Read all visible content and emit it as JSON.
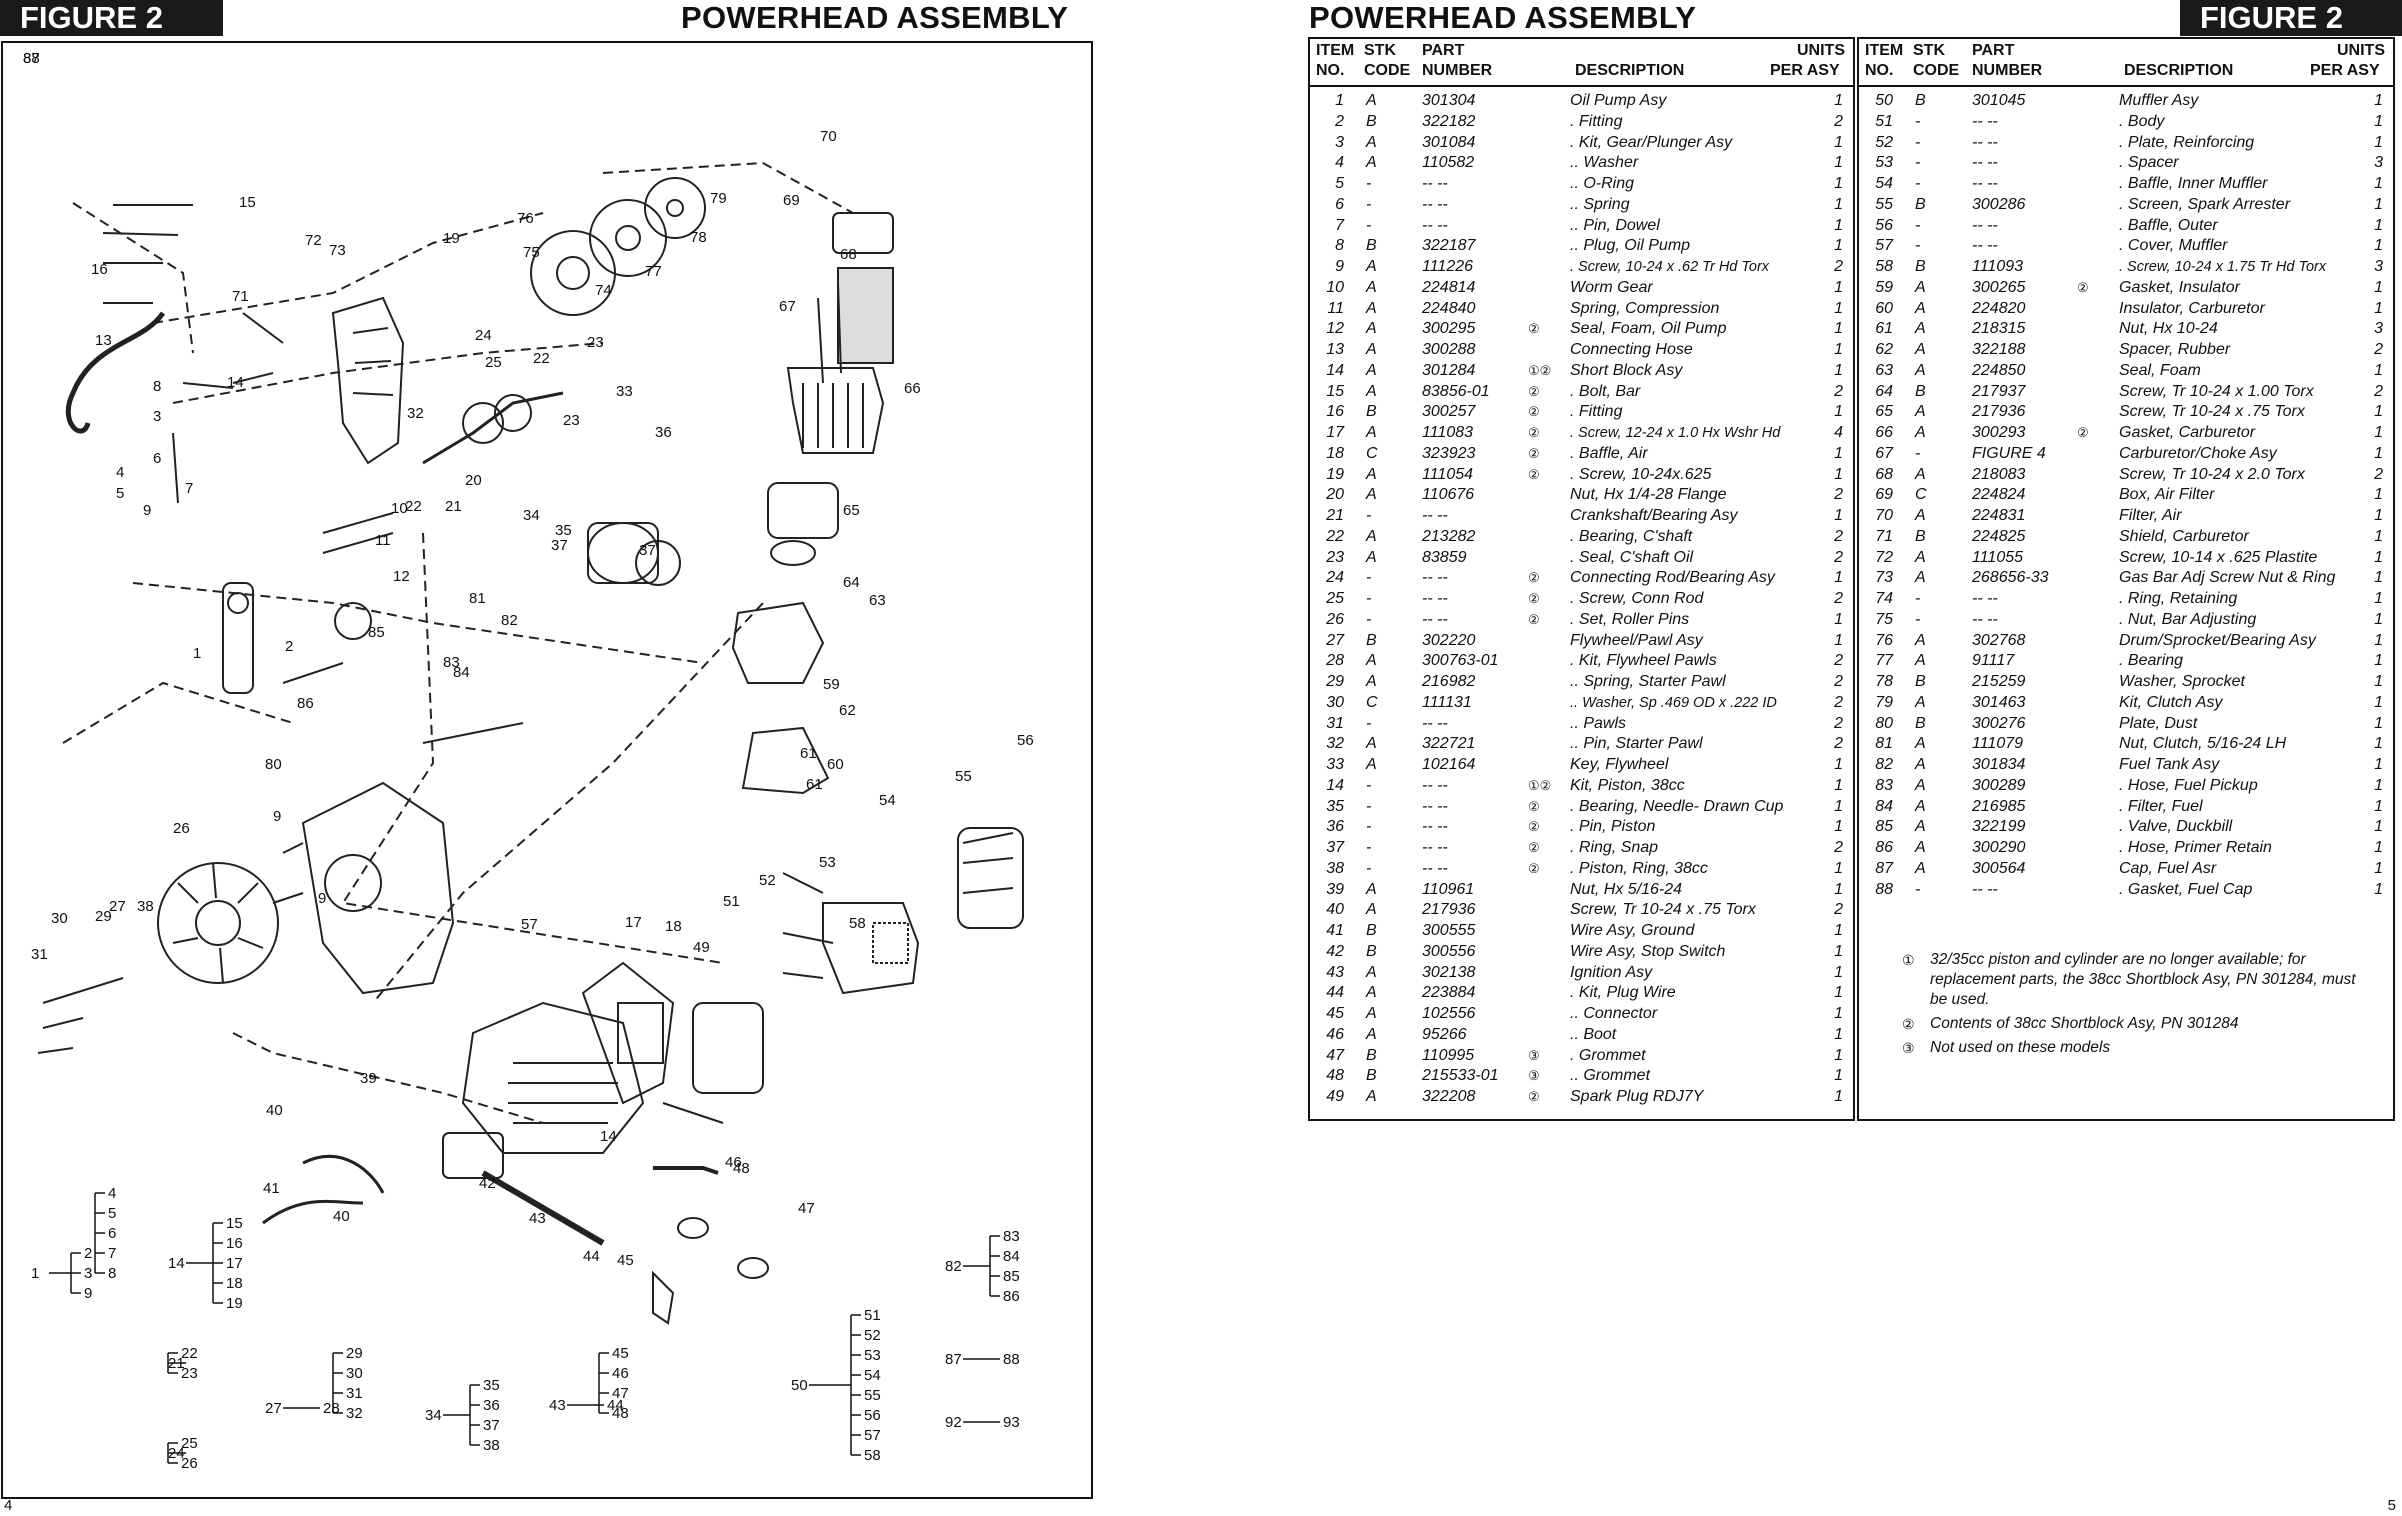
{
  "left_page": {
    "badge": "FIGURE 2",
    "title": "POWERHEAD ASSEMBLY",
    "page_number": "4",
    "diagram": {
      "callouts": [
        "1",
        "2",
        "3",
        "4",
        "5",
        "6",
        "7",
        "8",
        "9",
        "9",
        "9",
        "10",
        "11",
        "12",
        "13",
        "14",
        "14",
        "15",
        "16",
        "17",
        "18",
        "19",
        "20",
        "21",
        "22",
        "22",
        "23",
        "23",
        "24",
        "25",
        "26",
        "27",
        "29",
        "30",
        "31",
        "32",
        "33",
        "34",
        "35",
        "36",
        "37",
        "37",
        "38",
        "39",
        "40",
        "40",
        "41",
        "42",
        "43",
        "44",
        "45",
        "46",
        "47",
        "48",
        "49",
        "51",
        "52",
        "53",
        "54",
        "55",
        "56",
        "57",
        "58",
        "59",
        "60",
        "61",
        "61",
        "62",
        "63",
        "64",
        "65",
        "66",
        "67",
        "68",
        "69",
        "70",
        "71",
        "72",
        "73",
        "74",
        "75",
        "76",
        "77",
        "78",
        "79",
        "80",
        "81",
        "82",
        "83",
        "84",
        "85",
        "86",
        "87",
        "88"
      ],
      "groups": [
        {
          "parent": "1",
          "children": [
            "2",
            "3",
            "9"
          ]
        },
        {
          "parent": "",
          "children": [
            "4",
            "5",
            "6",
            "7",
            "8"
          ]
        },
        {
          "parent": "14",
          "children": [
            "15",
            "16",
            "17",
            "18",
            "19"
          ]
        },
        {
          "parent": "21",
          "children": [
            "22",
            "23"
          ]
        },
        {
          "parent": "24",
          "children": [
            "25",
            "26"
          ]
        },
        {
          "parent": "27",
          "children": [
            "28"
          ]
        },
        {
          "parent": "",
          "children": [
            "29",
            "30",
            "31",
            "32"
          ]
        },
        {
          "parent": "34",
          "children": [
            "35",
            "36",
            "37",
            "38"
          ]
        },
        {
          "parent": "43",
          "children": [
            "44"
          ]
        },
        {
          "parent": "",
          "children": [
            "45",
            "46",
            "47",
            "48"
          ]
        },
        {
          "parent": "50",
          "children": [
            "51",
            "52",
            "53",
            "54",
            "55",
            "56",
            "57",
            "58"
          ]
        },
        {
          "parent": "82",
          "children": [
            "83",
            "84",
            "85",
            "86"
          ]
        },
        {
          "parent": "87",
          "children": [
            "88"
          ]
        },
        {
          "parent": "92",
          "children": [
            "93"
          ]
        }
      ],
      "group_extra": {
        "g0_top": "4",
        "g2_top": "14",
        "g5_top": "27",
        "g8_top": "43",
        "g10_top": "82",
        "g11_top": "87",
        "g12_top": "92"
      }
    }
  },
  "right_page": {
    "title": "POWERHEAD ASSEMBLY",
    "badge": "FIGURE 2",
    "page_number": "5",
    "headers": {
      "item_1": "ITEM",
      "item_2": "NO.",
      "stk_1": "STK",
      "stk_2": "CODE",
      "part_1": "PART",
      "part_2": "NUMBER",
      "desc": "DESCRIPTION",
      "units_1": "UNITS",
      "units_2": "PER ASY"
    },
    "table_left": [
      [
        "1",
        "A",
        "301304",
        "",
        "Oil Pump Asy",
        "1"
      ],
      [
        "2",
        "B",
        "322182",
        "",
        ". Fitting",
        "2"
      ],
      [
        "3",
        "A",
        "301084",
        "",
        ". Kit, Gear/Plunger Asy",
        "1"
      ],
      [
        "4",
        "A",
        "110582",
        "",
        ".. Washer",
        "1"
      ],
      [
        "5",
        "-",
        "-- --",
        "",
        ".. O-Ring",
        "1"
      ],
      [
        "6",
        "-",
        "-- --",
        "",
        ".. Spring",
        "1"
      ],
      [
        "7",
        "-",
        "-- --",
        "",
        ".. Pin, Dowel",
        "1"
      ],
      [
        "8",
        "B",
        "322187",
        "",
        ".. Plug, Oil Pump",
        "1"
      ],
      [
        "9",
        "A",
        "111226",
        "",
        ". Screw, 10-24 x .62 Tr Hd Torx",
        "2"
      ],
      [
        "10",
        "A",
        "224814",
        "",
        "Worm Gear",
        "1"
      ],
      [
        "11",
        "A",
        "224840",
        "",
        "Spring, Compression",
        "1"
      ],
      [
        "12",
        "A",
        "300295",
        "②",
        "Seal, Foam, Oil Pump",
        "1"
      ],
      [
        "13",
        "A",
        "300288",
        "",
        "Connecting Hose",
        "1"
      ],
      [
        "14",
        "A",
        "301284",
        "①②",
        "Short Block Asy",
        "1"
      ],
      [
        "15",
        "A",
        "83856-01",
        "②",
        ". Bolt, Bar",
        "2"
      ],
      [
        "16",
        "B",
        "300257",
        "②",
        ". Fitting",
        "1"
      ],
      [
        "17",
        "A",
        "111083",
        "②",
        ". Screw, 12-24 x 1.0 Hx Wshr Hd",
        "4"
      ],
      [
        "18",
        "C",
        "323923",
        "②",
        ". Baffle, Air",
        "1"
      ],
      [
        "19",
        "A",
        "111054",
        "②",
        ". Screw, 10-24x.625",
        "1"
      ],
      [
        "20",
        "A",
        "110676",
        "",
        "Nut, Hx 1/4-28 Flange",
        "2"
      ],
      [
        "21",
        "-",
        "-- --",
        "",
        "Crankshaft/Bearing Asy",
        "1"
      ],
      [
        "22",
        "A",
        "213282",
        "",
        ". Bearing, C'shaft",
        "2"
      ],
      [
        "23",
        "A",
        "83859",
        "",
        ". Seal, C'shaft Oil",
        "2"
      ],
      [
        "24",
        "-",
        "-- --",
        "②",
        "Connecting Rod/Bearing Asy",
        "1"
      ],
      [
        "25",
        "-",
        "-- --",
        "②",
        ". Screw, Conn Rod",
        "2"
      ],
      [
        "26",
        "-",
        "-- --",
        "②",
        ". Set, Roller Pins",
        "1"
      ],
      [
        "27",
        "B",
        "302220",
        "",
        "Flywheel/Pawl Asy",
        "1"
      ],
      [
        "28",
        "A",
        "300763-01",
        "",
        ". Kit, Flywheel Pawls",
        "2"
      ],
      [
        "29",
        "A",
        "216982",
        "",
        ".. Spring, Starter Pawl",
        "2"
      ],
      [
        "30",
        "C",
        "111131",
        "",
        ".. Washer, Sp .469 OD x .222 ID",
        "2"
      ],
      [
        "31",
        "-",
        "-- --",
        "",
        ".. Pawls",
        "2"
      ],
      [
        "32",
        "A",
        "322721",
        "",
        ".. Pin, Starter Pawl",
        "2"
      ],
      [
        "33",
        "A",
        "102164",
        "",
        "Key, Flywheel",
        "1"
      ],
      [
        "14",
        "-",
        "-- --",
        "①②",
        "Kit, Piston, 38cc",
        "1"
      ],
      [
        "35",
        "-",
        "-- --",
        "②",
        ". Bearing, Needle- Drawn Cup",
        "1"
      ],
      [
        "36",
        "-",
        "-- --",
        "②",
        ". Pin, Piston",
        "1"
      ],
      [
        "37",
        "-",
        "-- --",
        "②",
        ". Ring, Snap",
        "2"
      ],
      [
        "38",
        "-",
        "-- --",
        "②",
        ". Piston, Ring, 38cc",
        "1"
      ],
      [
        "39",
        "A",
        "110961",
        "",
        "Nut, Hx 5/16-24",
        "1"
      ],
      [
        "40",
        "A",
        "217936",
        "",
        "Screw, Tr 10-24 x .75 Torx",
        "2"
      ],
      [
        "41",
        "B",
        "300555",
        "",
        "Wire Asy, Ground",
        "1"
      ],
      [
        "42",
        "B",
        "300556",
        "",
        "Wire Asy, Stop Switch",
        "1"
      ],
      [
        "43",
        "A",
        "302138",
        "",
        "Ignition Asy",
        "1"
      ],
      [
        "44",
        "A",
        "223884",
        "",
        ". Kit, Plug Wire",
        "1"
      ],
      [
        "45",
        "A",
        "102556",
        "",
        ".. Connector",
        "1"
      ],
      [
        "46",
        "A",
        "95266",
        "",
        ".. Boot",
        "1"
      ],
      [
        "47",
        "B",
        "110995",
        "③",
        ". Grommet",
        "1"
      ],
      [
        "48",
        "B",
        "215533-01",
        "③",
        ".. Grommet",
        "1"
      ],
      [
        "49",
        "A",
        "322208",
        "②",
        "Spark Plug RDJ7Y",
        "1"
      ]
    ],
    "table_right": [
      [
        "50",
        "B",
        "301045",
        "",
        "Muffler Asy",
        "1"
      ],
      [
        "51",
        "-",
        "-- --",
        "",
        ". Body",
        "1"
      ],
      [
        "52",
        "-",
        "-- --",
        "",
        ". Plate, Reinforcing",
        "1"
      ],
      [
        "53",
        "-",
        "-- --",
        "",
        ". Spacer",
        "3"
      ],
      [
        "54",
        "-",
        "-- --",
        "",
        ". Baffle, Inner Muffler",
        "1"
      ],
      [
        "55",
        "B",
        "300286",
        "",
        ". Screen, Spark Arrester",
        "1"
      ],
      [
        "56",
        "-",
        "-- --",
        "",
        ". Baffle, Outer",
        "1"
      ],
      [
        "57",
        "-",
        "-- --",
        "",
        ". Cover, Muffler",
        "1"
      ],
      [
        "58",
        "B",
        "111093",
        "",
        ". Screw, 10-24 x 1.75 Tr Hd Torx",
        "3"
      ],
      [
        "59",
        "A",
        "300265",
        "②",
        "Gasket, Insulator",
        "1"
      ],
      [
        "60",
        "A",
        "224820",
        "",
        "Insulator, Carburetor",
        "1"
      ],
      [
        "61",
        "A",
        "218315",
        "",
        "Nut, Hx 10-24",
        "3"
      ],
      [
        "62",
        "A",
        "322188",
        "",
        "Spacer, Rubber",
        "2"
      ],
      [
        "63",
        "A",
        "224850",
        "",
        "Seal, Foam",
        "1"
      ],
      [
        "64",
        "B",
        "217937",
        "",
        "Screw, Tr 10-24 x 1.00 Torx",
        "2"
      ],
      [
        "65",
        "A",
        "217936",
        "",
        "Screw, Tr 10-24 x .75 Torx",
        "1"
      ],
      [
        "66",
        "A",
        "300293",
        "②",
        "Gasket, Carburetor",
        "1"
      ],
      [
        "67",
        "-",
        "FIGURE 4",
        "",
        "Carburetor/Choke Asy",
        "1"
      ],
      [
        "68",
        "A",
        "218083",
        "",
        "Screw, Tr 10-24 x 2.0 Torx",
        "2"
      ],
      [
        "69",
        "C",
        "224824",
        "",
        "Box, Air Filter",
        "1"
      ],
      [
        "70",
        "A",
        "224831",
        "",
        "Filter, Air",
        "1"
      ],
      [
        "71",
        "B",
        "224825",
        "",
        "Shield, Carburetor",
        "1"
      ],
      [
        "72",
        "A",
        "111055",
        "",
        "Screw, 10-14 x .625 Plastite",
        "1"
      ],
      [
        "73",
        "A",
        "268656-33",
        "",
        "Gas Bar Adj Screw Nut & Ring",
        "1"
      ],
      [
        "74",
        "-",
        "-- --",
        "",
        ". Ring, Retaining",
        "1"
      ],
      [
        "75",
        "-",
        "-- --",
        "",
        ". Nut, Bar Adjusting",
        "1"
      ],
      [
        "76",
        "A",
        "302768",
        "",
        "Drum/Sprocket/Bearing Asy",
        "1"
      ],
      [
        "77",
        "A",
        "91117",
        "",
        ". Bearing",
        "1"
      ],
      [
        "78",
        "B",
        "215259",
        "",
        "Washer, Sprocket",
        "1"
      ],
      [
        "79",
        "A",
        "301463",
        "",
        "Kit, Clutch Asy",
        "1"
      ],
      [
        "80",
        "B",
        "300276",
        "",
        "Plate, Dust",
        "1"
      ],
      [
        "81",
        "A",
        "111079",
        "",
        "Nut, Clutch, 5/16-24 LH",
        "1"
      ],
      [
        "82",
        "A",
        "301834",
        "",
        "Fuel Tank Asy",
        "1"
      ],
      [
        "83",
        "A",
        "300289",
        "",
        ". Hose, Fuel Pickup",
        "1"
      ],
      [
        "84",
        "A",
        "216985",
        "",
        ". Filter, Fuel",
        "1"
      ],
      [
        "85",
        "A",
        "322199",
        "",
        ". Valve, Duckbill",
        "1"
      ],
      [
        "86",
        "A",
        "300290",
        "",
        ". Hose, Primer Retain",
        "1"
      ],
      [
        "87",
        "A",
        "300564",
        "",
        "Cap, Fuel Asr",
        "1"
      ],
      [
        "88",
        "-",
        "-- --",
        "",
        ". Gasket, Fuel Cap",
        "1"
      ]
    ],
    "notes": [
      {
        "marker": "①",
        "text": "32/35cc piston and cylinder are no longer available; for replacement parts, the 38cc Shortblock Asy, PN 301284, must be used."
      },
      {
        "marker": "②",
        "text": "Contents of 38cc Shortblock Asy, PN 301284"
      },
      {
        "marker": "③",
        "text": "Not used on these models"
      }
    ]
  }
}
